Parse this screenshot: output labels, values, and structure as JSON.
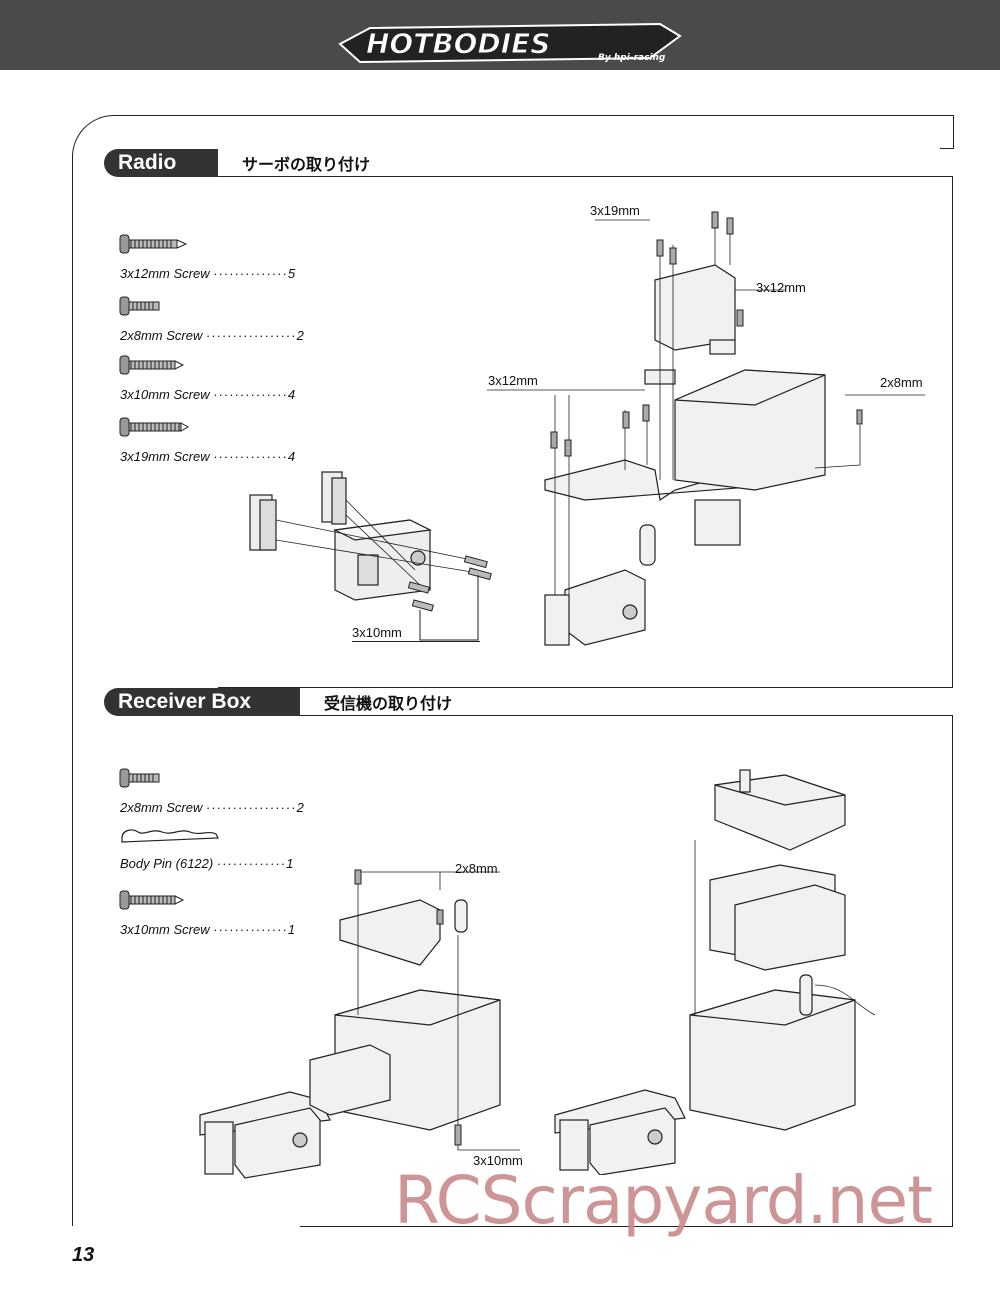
{
  "header": {
    "logo_main": "HOTBODIES",
    "logo_sub": "By hpi-racing"
  },
  "radio": {
    "title": "Radio",
    "title_jp": "サーボの取り付け",
    "parts": [
      {
        "icon": "screw-icon",
        "name": "3x12mm Screw",
        "dots": "··············",
        "qty": "5"
      },
      {
        "icon": "short-screw-icon",
        "name": "2x8mm Screw",
        "dots": "·················",
        "qty": "2"
      },
      {
        "icon": "screw-icon",
        "name": "3x10mm Screw",
        "dots": "··············",
        "qty": "4"
      },
      {
        "icon": "long-screw-icon",
        "name": "3x19mm Screw",
        "dots": "··············",
        "qty": "4"
      }
    ],
    "callouts": {
      "c1": "3x19mm",
      "c2": "3x12mm",
      "c3": "3x12mm",
      "c4": "2x8mm",
      "c5": "3x10mm"
    }
  },
  "receiver": {
    "title": "Receiver Box",
    "title_jp": "受信機の取り付け",
    "parts": [
      {
        "icon": "short-screw-icon",
        "name": "2x8mm Screw",
        "dots": "·················",
        "qty": "2"
      },
      {
        "icon": "body-pin-icon",
        "name": "Body Pin (6122)",
        "dots": "·············",
        "qty": "1"
      },
      {
        "icon": "screw-icon",
        "name": "3x10mm Screw",
        "dots": "··············",
        "qty": "1"
      }
    ],
    "callouts": {
      "c1": "2x8mm",
      "c2": "3x10mm"
    }
  },
  "page_number": "13",
  "watermark": "RCScrapyard.net"
}
